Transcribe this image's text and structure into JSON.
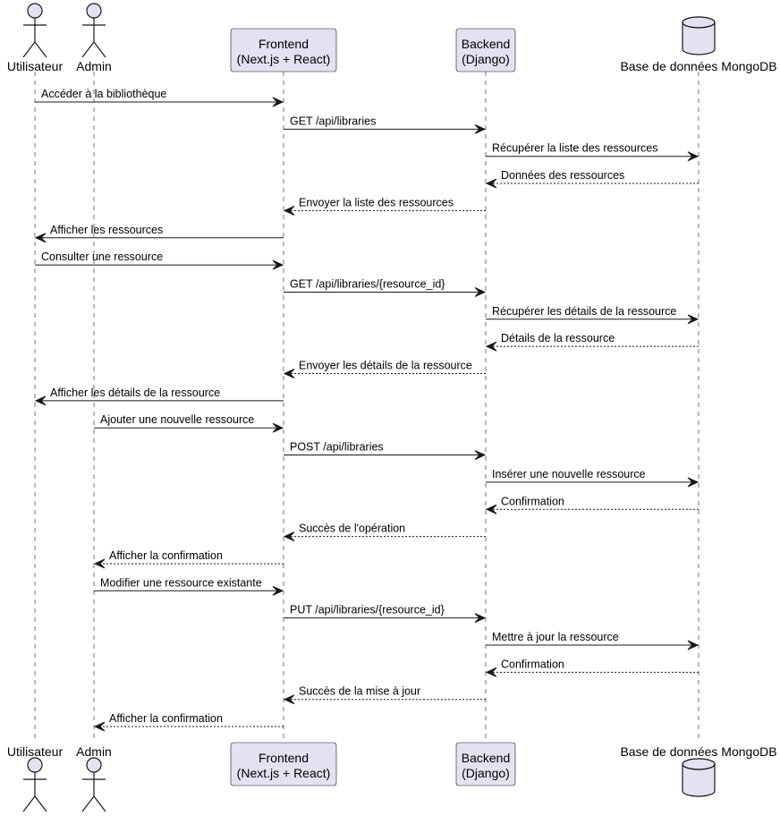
{
  "participants": [
    {
      "id": "user",
      "kind": "actor",
      "label_lines": [
        "Utilisateur"
      ]
    },
    {
      "id": "admin",
      "kind": "actor",
      "label_lines": [
        "Admin"
      ]
    },
    {
      "id": "frontend",
      "kind": "box",
      "label_lines": [
        "Frontend",
        "(Next.js + React)"
      ]
    },
    {
      "id": "backend",
      "kind": "box",
      "label_lines": [
        "Backend",
        "(Django)"
      ]
    },
    {
      "id": "db",
      "kind": "database",
      "label_lines": [
        "Base de données MongoDB"
      ]
    }
  ],
  "messages": [
    {
      "from": "user",
      "to": "frontend",
      "text": "Accéder à la bibliothèque",
      "style": "solid"
    },
    {
      "from": "frontend",
      "to": "backend",
      "text": "GET /api/libraries",
      "style": "solid"
    },
    {
      "from": "backend",
      "to": "db",
      "text": "Récupérer la liste des ressources",
      "style": "solid"
    },
    {
      "from": "db",
      "to": "backend",
      "text": "Données des ressources",
      "style": "dashed"
    },
    {
      "from": "backend",
      "to": "frontend",
      "text": "Envoyer la liste des ressources",
      "style": "dashed"
    },
    {
      "from": "frontend",
      "to": "user",
      "text": "Afficher les ressources",
      "style": "solid"
    },
    {
      "from": "user",
      "to": "frontend",
      "text": "Consulter une ressource",
      "style": "solid"
    },
    {
      "from": "frontend",
      "to": "backend",
      "text": "GET /api/libraries/{resource_id}",
      "style": "solid"
    },
    {
      "from": "backend",
      "to": "db",
      "text": "Récupérer les détails de la ressource",
      "style": "solid"
    },
    {
      "from": "db",
      "to": "backend",
      "text": "Détails de la ressource",
      "style": "dashed"
    },
    {
      "from": "backend",
      "to": "frontend",
      "text": "Envoyer les détails de la ressource",
      "style": "dashed"
    },
    {
      "from": "frontend",
      "to": "user",
      "text": "Afficher les détails de la ressource",
      "style": "solid"
    },
    {
      "from": "admin",
      "to": "frontend",
      "text": "Ajouter une nouvelle ressource",
      "style": "solid"
    },
    {
      "from": "frontend",
      "to": "backend",
      "text": "POST /api/libraries",
      "style": "solid"
    },
    {
      "from": "backend",
      "to": "db",
      "text": "Insérer une nouvelle ressource",
      "style": "solid"
    },
    {
      "from": "db",
      "to": "backend",
      "text": "Confirmation",
      "style": "dashed"
    },
    {
      "from": "backend",
      "to": "frontend",
      "text": "Succès de l'opération",
      "style": "dashed"
    },
    {
      "from": "frontend",
      "to": "admin",
      "text": "Afficher la confirmation",
      "style": "dashed"
    },
    {
      "from": "admin",
      "to": "frontend",
      "text": "Modifier une ressource existante",
      "style": "solid"
    },
    {
      "from": "frontend",
      "to": "backend",
      "text": "PUT /api/libraries/{resource_id}",
      "style": "solid"
    },
    {
      "from": "backend",
      "to": "db",
      "text": "Mettre à jour la ressource",
      "style": "solid"
    },
    {
      "from": "db",
      "to": "backend",
      "text": "Confirmation",
      "style": "dashed"
    },
    {
      "from": "backend",
      "to": "frontend",
      "text": "Succès de la mise à jour",
      "style": "dashed"
    },
    {
      "from": "frontend",
      "to": "admin",
      "text": "Afficher la confirmation",
      "style": "dashed"
    }
  ],
  "colors": {
    "participant_fill": "#E2E2F0",
    "participant_stroke": "#181818",
    "lifeline": "#181818",
    "arrow": "#181818",
    "text": "#000000"
  }
}
